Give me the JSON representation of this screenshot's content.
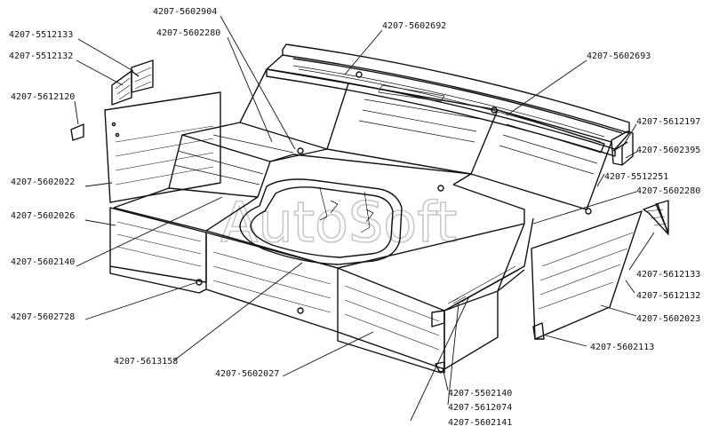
{
  "diagram": {
    "watermark": "AutoSoft",
    "labels": [
      {
        "id": "l01",
        "text": "4207-5512133"
      },
      {
        "id": "l02",
        "text": "4207-5512132"
      },
      {
        "id": "l03",
        "text": "4207-5612120"
      },
      {
        "id": "l04",
        "text": "4207-5602022"
      },
      {
        "id": "l05",
        "text": "4207-5602026"
      },
      {
        "id": "l06",
        "text": "4207-5602140"
      },
      {
        "id": "l07",
        "text": "4207-5602728"
      },
      {
        "id": "l08",
        "text": "4207-5613158"
      },
      {
        "id": "l09",
        "text": "4207-5602027"
      },
      {
        "id": "l10",
        "text": "4207-5602904"
      },
      {
        "id": "l11",
        "text": "4207-5602280"
      },
      {
        "id": "l12",
        "text": "4207-5602692"
      },
      {
        "id": "l13",
        "text": "4207-5602693"
      },
      {
        "id": "l14",
        "text": "4207-5612197"
      },
      {
        "id": "l15",
        "text": "4207-5602395"
      },
      {
        "id": "l16",
        "text": "4207-5512251"
      },
      {
        "id": "l17",
        "text": "4207-5602280"
      },
      {
        "id": "l18",
        "text": "4207-5612133"
      },
      {
        "id": "l19",
        "text": "4207-5612132"
      },
      {
        "id": "l20",
        "text": "4207-5602023"
      },
      {
        "id": "l21",
        "text": "4207-5602113"
      },
      {
        "id": "l22",
        "text": "4207-5502140"
      },
      {
        "id": "l23",
        "text": "4207-5612074"
      },
      {
        "id": "l24",
        "text": "4207-5602141"
      }
    ]
  }
}
